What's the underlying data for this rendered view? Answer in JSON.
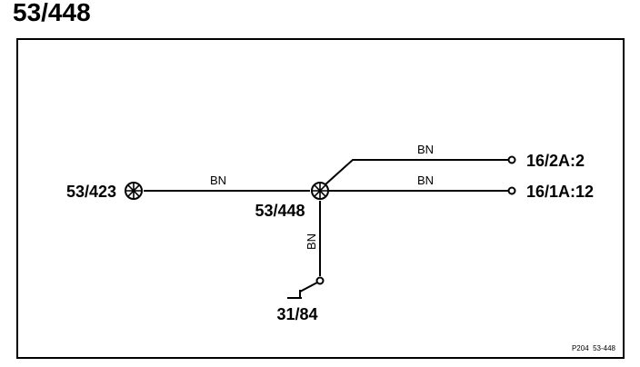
{
  "title": "53/448",
  "connectors": {
    "left_splice": "53/423",
    "center_splice": "53/448",
    "ground": "31/84",
    "terminal_upper": "16/2A:2",
    "terminal_lower": "16/1A:12"
  },
  "wires": {
    "left_to_center": "BN",
    "center_to_upper": "BN",
    "center_to_lower": "BN",
    "center_to_ground": "BN"
  },
  "reference": "P204  53-448",
  "colors": {
    "line": "#000000",
    "background": "#ffffff"
  }
}
